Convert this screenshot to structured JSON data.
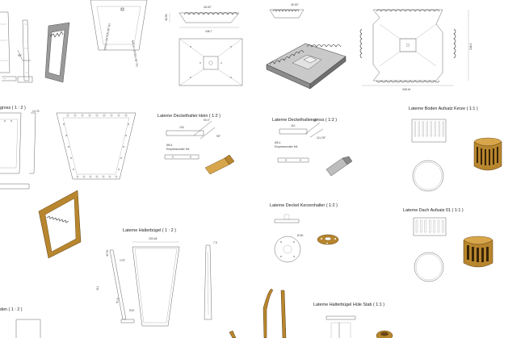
{
  "labels": {
    "gross": "gross ( 1 : 2 )",
    "deckelhalter_klein": "Laterne Deckelhalter klein  ( 1:2 )",
    "deckelhalter_gross": "Laterne Deckelhalter gross  ( 1:2 )",
    "boden_aufsatz_kerze": "Laterne Boden Aufsatz Kerze  ( 1:1 )",
    "deckel_kerzenhalter": "Laterne Deckel Kerzenhalter  ( 1:2 )",
    "dach_aufsatz": "Laterne Dach Aufsatz 01  ( 1:1 )",
    "halterbuegel": "Laterne Halterbügel  ( 1 : 2 )",
    "halterbuegel_stab": "Laterne Halterbügel Hüle Stab ( 1:1 )",
    "bottom_left": "den  ( 1 : 2 )"
  },
  "dims": {
    "top_angle_1": "28.00°",
    "top_angle_2": "28.00°",
    "top_width": "346.7",
    "top_left_height": "38.95",
    "right_height": "246.2",
    "right_width": "345.44",
    "gross_dim": "14.76",
    "klein_width": "130",
    "klein_angle": "90.0°",
    "klein_angle2": "95°",
    "klein_d": "Ø5.4",
    "klein_note": "Einpressmutter M4",
    "gross_width": "110",
    "gross_angle": "98.0°",
    "gross_angle2": "111.25°",
    "gross_d": "Ø5.4",
    "gross_note": "Einpressmutter M4",
    "kerzen_d": "Ø 80",
    "buegel_width": "230.48",
    "buegel_left": "47.90",
    "buegel_height": "311",
    "buegel_angle": "175°",
    "buegel_inner": "91.8",
    "buegel_r": "R10",
    "stab_dim": "7.5",
    "left_small_angle": "90°",
    "left_text_1": "NACH UNTEN 90° R1",
    "left_text_2": "NACH UNTEN 90° R1"
  }
}
